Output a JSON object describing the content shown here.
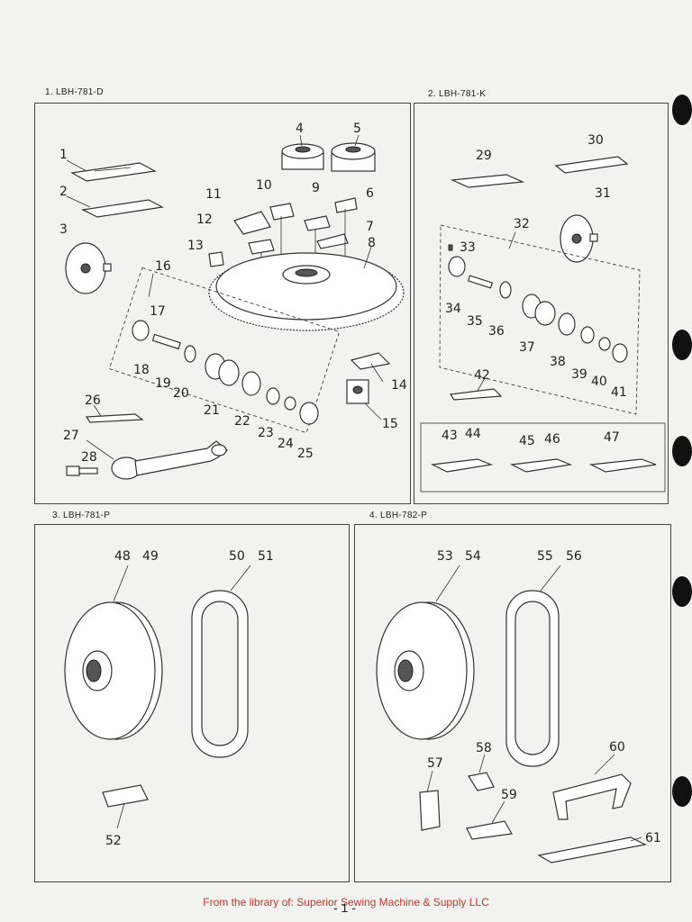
{
  "sections": [
    {
      "label": "1.   LBH-781-D"
    },
    {
      "label": "2.   LBH-781-K"
    },
    {
      "label": "3.   LBH-781-P"
    },
    {
      "label": "4.   LBH-782-P"
    }
  ],
  "part_numbers": [
    "1",
    "2",
    "3",
    "4",
    "5",
    "6",
    "7",
    "8",
    "9",
    "10",
    "11",
    "12",
    "13",
    "14",
    "15",
    "16",
    "17",
    "18",
    "19",
    "20",
    "21",
    "22",
    "23",
    "24",
    "25",
    "26",
    "27",
    "28",
    "29",
    "30",
    "31",
    "32",
    "33",
    "34",
    "35",
    "36",
    "37",
    "38",
    "39",
    "40",
    "41",
    "42",
    "43",
    "44",
    "45",
    "46",
    "47",
    "48",
    "49",
    "50",
    "51",
    "52",
    "53",
    "54",
    "55",
    "56",
    "57",
    "58",
    "59",
    "60",
    "61"
  ],
  "footer": "From the library of:  Superior Sewing Machine & Supply LLC",
  "page_number": "- 1 -"
}
